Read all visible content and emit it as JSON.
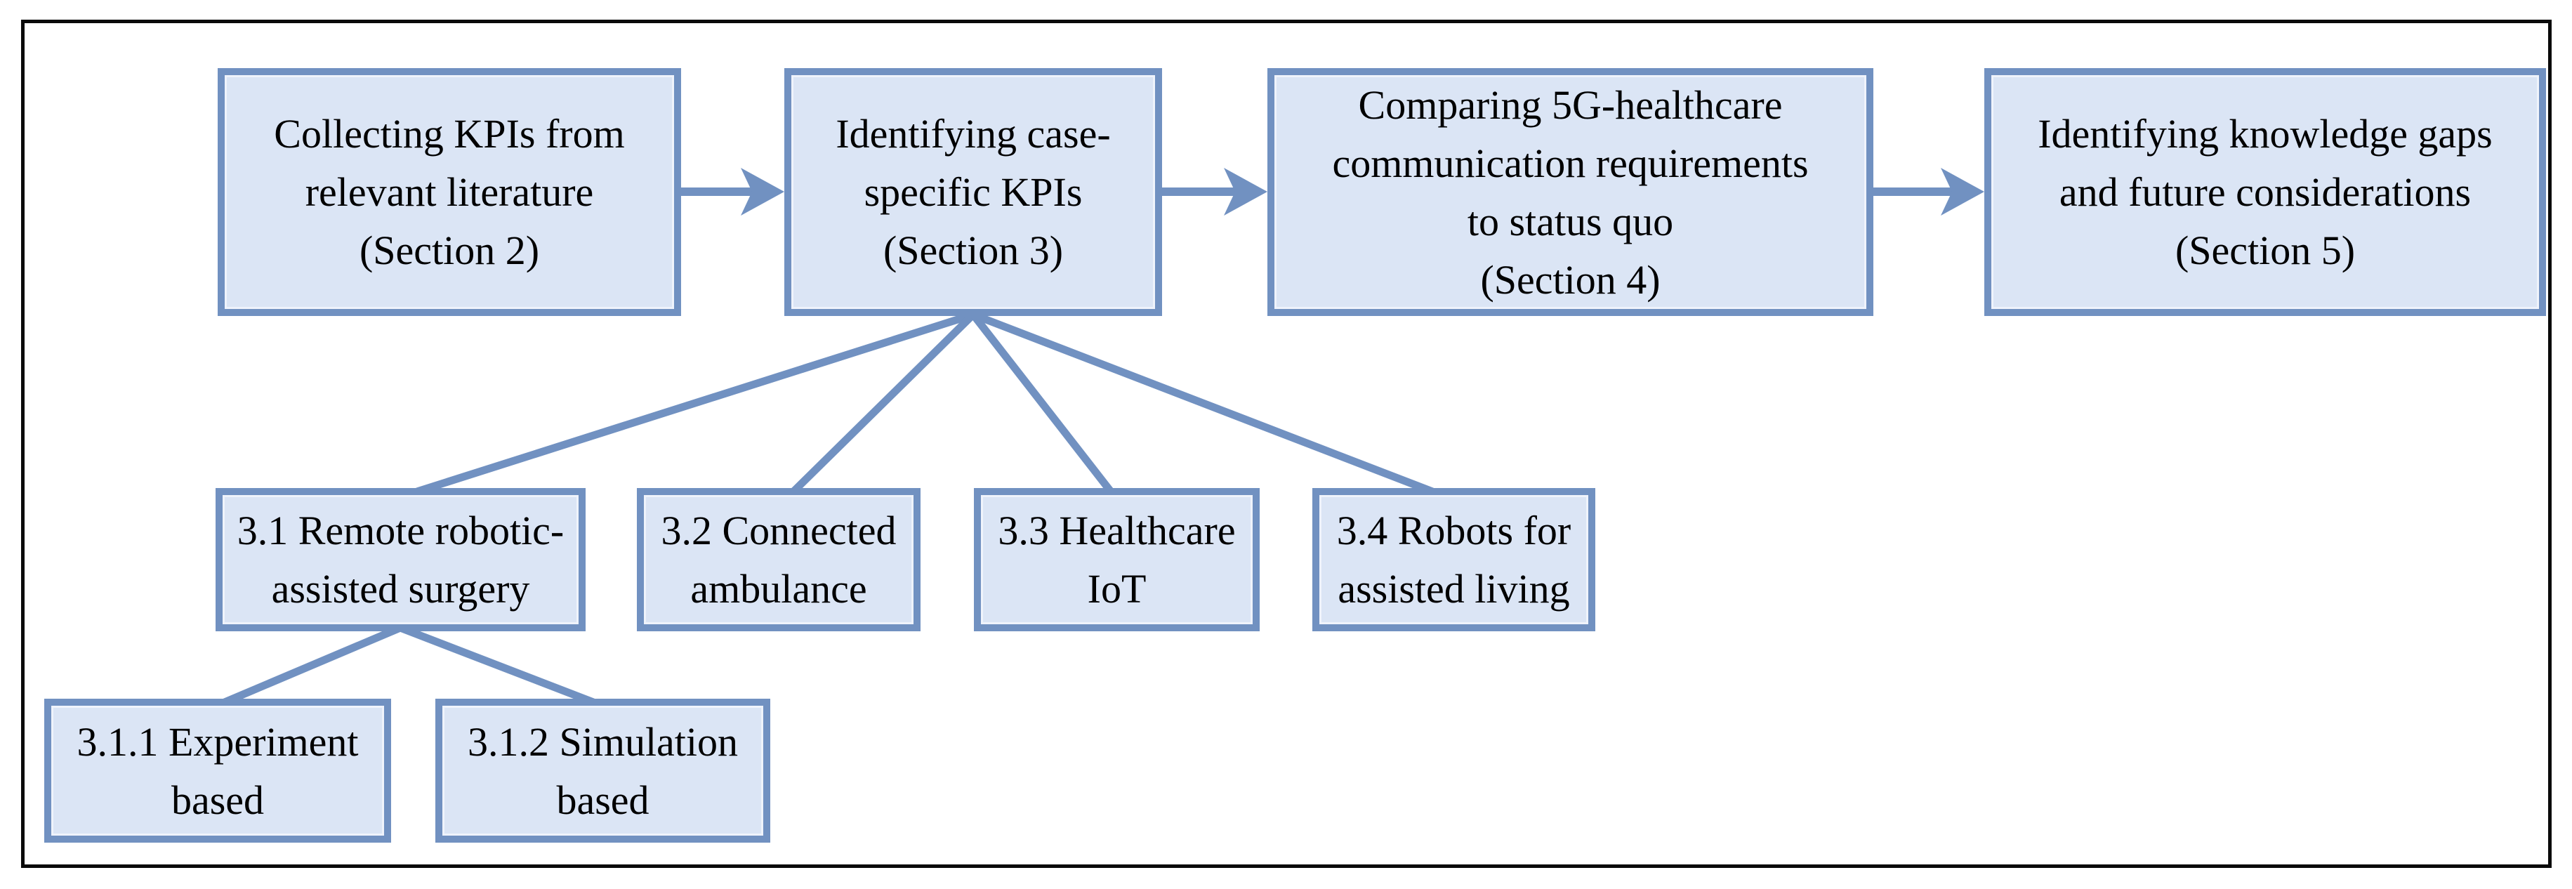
{
  "figure": {
    "title": "Paper structure flowchart",
    "colors": {
      "node_fill": "#dbe5f5",
      "node_border": "#7191c1",
      "connector": "#7191c1",
      "frame_border": "#0a0a0a",
      "text": "#000000",
      "background": "#ffffff"
    },
    "nodes": {
      "section2": {
        "label": "Collecting KPIs from\nrelevant literature\n(Section 2)"
      },
      "section3": {
        "label": "Identifying case-\nspecific KPIs\n(Section 3)"
      },
      "section4": {
        "label": "Comparing 5G-healthcare\ncommunication requirements\nto status quo\n(Section 4)"
      },
      "section5": {
        "label": "Identifying knowledge gaps\nand future considerations\n(Section 5)"
      },
      "case31": {
        "label": "3.1 Remote robotic-\nassisted surgery"
      },
      "case32": {
        "label": "3.2 Connected\nambulance"
      },
      "case33": {
        "label": "3.3 Healthcare\nIoT"
      },
      "case34": {
        "label": "3.4 Robots for\nassisted living"
      },
      "case311": {
        "label": "3.1.1 Experiment\nbased"
      },
      "case312": {
        "label": "3.1.2 Simulation\nbased"
      }
    },
    "edges": [
      {
        "from": "section2",
        "to": "section3",
        "type": "arrow"
      },
      {
        "from": "section3",
        "to": "section4",
        "type": "arrow"
      },
      {
        "from": "section4",
        "to": "section5",
        "type": "arrow"
      },
      {
        "from": "section3",
        "to": "case31",
        "type": "line"
      },
      {
        "from": "section3",
        "to": "case32",
        "type": "line"
      },
      {
        "from": "section3",
        "to": "case33",
        "type": "line"
      },
      {
        "from": "section3",
        "to": "case34",
        "type": "line"
      },
      {
        "from": "case31",
        "to": "case311",
        "type": "line"
      },
      {
        "from": "case31",
        "to": "case312",
        "type": "line"
      }
    ]
  }
}
